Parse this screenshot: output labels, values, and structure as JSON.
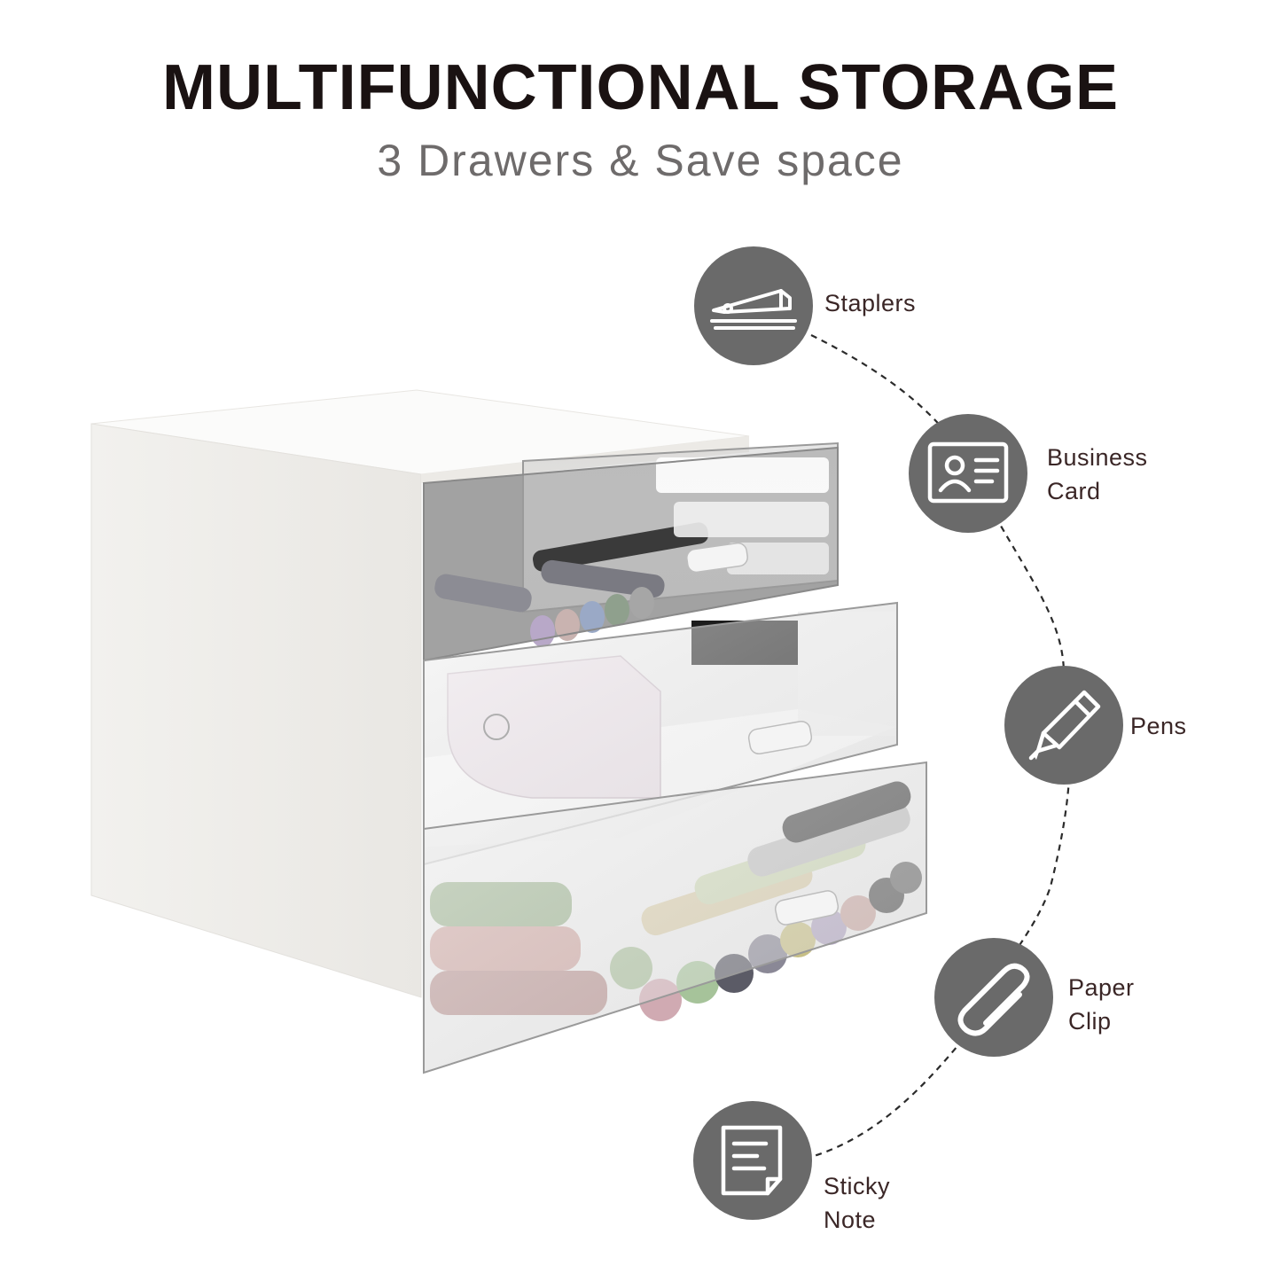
{
  "header": {
    "title": "MULTIFUNCTIONAL STORAGE",
    "subtitle": "3 Drawers & Save space"
  },
  "features": [
    {
      "icon": "stapler-icon",
      "lines": [
        "Staplers"
      ]
    },
    {
      "icon": "business-card-icon",
      "lines": [
        "Business",
        "Card"
      ]
    },
    {
      "icon": "pen-icon",
      "lines": [
        "Pens"
      ]
    },
    {
      "icon": "paper-clip-icon",
      "lines": [
        "Paper",
        "Clip"
      ]
    },
    {
      "icon": "sticky-note-icon",
      "lines": [
        "Sticky",
        "Note"
      ]
    }
  ],
  "colors": {
    "title": "#1a1212",
    "subtitle": "#6e6b6b",
    "circle": "#6a6a6a",
    "label": "#3a2626",
    "cabinet": "#f7f6f4"
  }
}
